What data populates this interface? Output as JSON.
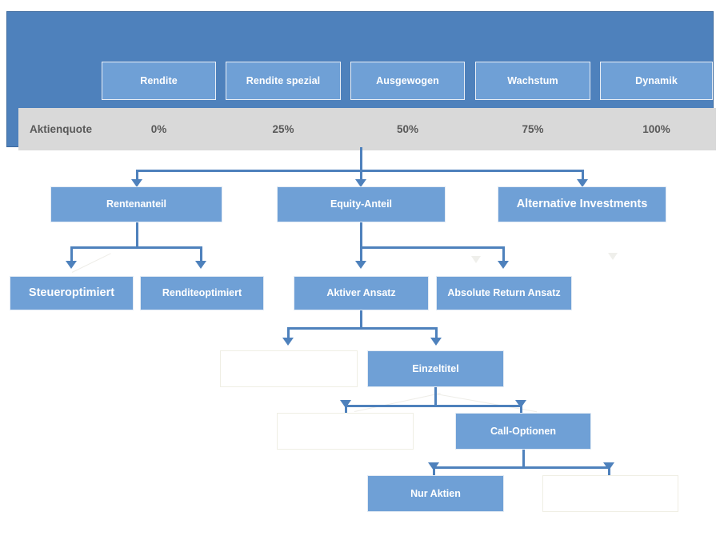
{
  "header": {
    "row_label": "Aktienquote",
    "tabs": [
      {
        "label": "Rendite",
        "value": "0%"
      },
      {
        "label": "Rendite spezial",
        "value": "25%"
      },
      {
        "label": "Ausgewogen",
        "value": "50%"
      },
      {
        "label": "Wachstum",
        "value": "75%"
      },
      {
        "label": "Dynamik",
        "value": "100%"
      }
    ]
  },
  "nodes": {
    "rentenanteil": "Rentenanteil",
    "equity_anteil": "Equity-Anteil",
    "alternative_investments": "Alternative Investments",
    "steueroptimiert": "Steueroptimiert",
    "renditeoptimiert": "Renditeoptimiert",
    "aktiver_ansatz": "Aktiver Ansatz",
    "absolute_return_ansatz": "Absolute Return Ansatz",
    "einzeltitel": "Einzeltitel",
    "call_optionen": "Call-Optionen",
    "nur_aktien": "Nur Aktien",
    "empty_1": "",
    "empty_2": "",
    "empty_3": "",
    "empty_4": ""
  },
  "colors": {
    "panel_blue": "#4E81BC",
    "node_blue": "#6FA0D6",
    "quote_row_gray": "#D9D9D9",
    "text_gray": "#595959",
    "node_text": "#FFFFFF"
  }
}
